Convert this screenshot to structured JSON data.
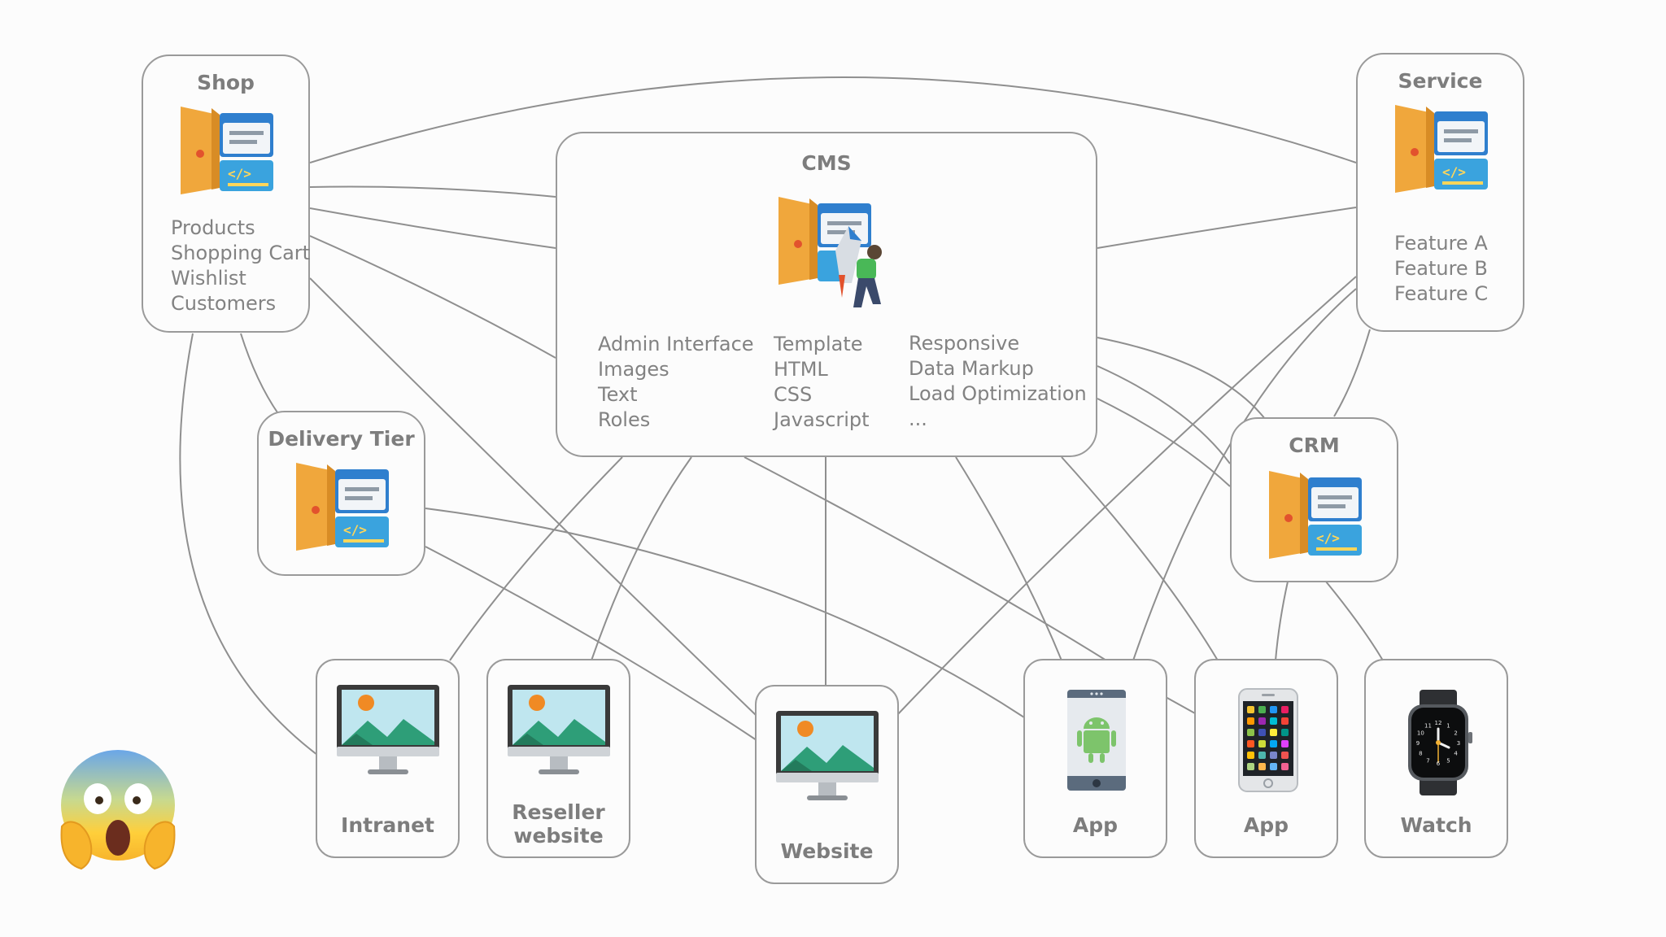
{
  "nodes": {
    "shop": {
      "title": "Shop",
      "items": [
        "Products",
        "Shopping Cart",
        "Wishlist",
        "Customers"
      ]
    },
    "cms": {
      "title": "CMS",
      "col1": [
        "Admin Interface",
        "Images",
        "Text",
        "Roles"
      ],
      "col2": [
        "Template",
        "HTML",
        "CSS",
        "Javascript"
      ],
      "col3": [
        "Responsive",
        "Data Markup",
        "Load Optimization",
        "..."
      ]
    },
    "service": {
      "title": "Service",
      "items": [
        "Feature A",
        "Feature B",
        "Feature C"
      ]
    },
    "delivery": {
      "title": "Delivery Tier"
    },
    "crm": {
      "title": "CRM"
    }
  },
  "devices": {
    "intranet": {
      "label": "Intranet"
    },
    "reseller": {
      "label_line1": "Reseller",
      "label_line2": "website"
    },
    "website": {
      "label": "Website"
    },
    "app_android": {
      "label": "App"
    },
    "app_ios": {
      "label": "App"
    },
    "watch": {
      "label": "Watch"
    }
  },
  "colors": {
    "node_border": "#9a9a9a",
    "edge": "#8f8f8f",
    "door_orange": "#f0a73c",
    "window_blue": "#2f7fce",
    "code_blue": "#3aa3de"
  },
  "icons": {
    "module": "door-window-module-icon",
    "cms": "rocket-person-module-icon",
    "desktop": "desktop-monitor-icon",
    "android": "android-phone-icon",
    "iphone": "iphone-icon",
    "watch": "smartwatch-icon",
    "emoji": "screaming-face-emoji-icon"
  }
}
